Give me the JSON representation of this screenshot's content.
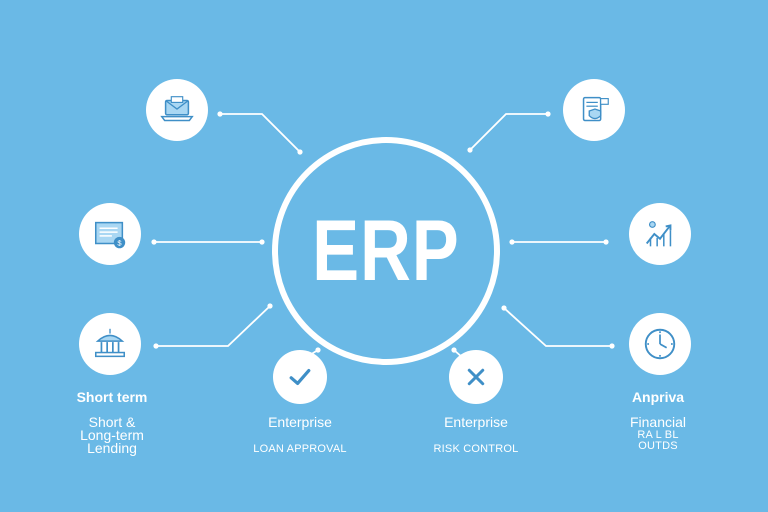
{
  "center": {
    "label": "ERP"
  },
  "labels": {
    "left_title": "Short term",
    "left_sub_1": "Short &",
    "left_sub_2": "Long-term",
    "left_sub_3": "Lending",
    "mid_left_title": "Enterprise",
    "mid_left_sub": "LOAN APPROVAL",
    "mid_right_title": "Enterprise",
    "mid_right_sub": "RISK CONTROL",
    "right_title": "Anpriva",
    "right_sub_1": "Financial",
    "right_sub_2": "RA     L     BL",
    "right_sub_3": "OUTDS"
  },
  "icons": {
    "top_left": "laptop-mail-icon",
    "top_right": "document-shield-icon",
    "mid_left": "invoice-coin-icon",
    "mid_right": "growth-chart-icon",
    "bottom_left": "bank-building-icon",
    "bottom_right": "clock-icon",
    "approve": "checkmark-icon",
    "reject": "cross-icon"
  },
  "colors": {
    "background": "#6ab9e6",
    "foreground": "#ffffff",
    "icon_stroke": "#3f8fc7",
    "icon_fill": "#a9d7f3"
  }
}
